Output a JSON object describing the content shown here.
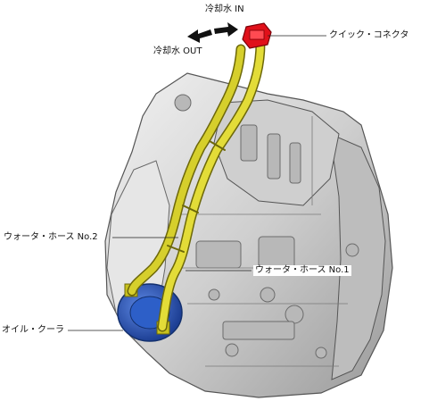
{
  "labels": {
    "coolant_in": "冷却水 IN",
    "coolant_out": "冷却水 OUT",
    "quick_connector": "クイック・コネクタ",
    "water_hose_2": "ウォータ・ホース No.2",
    "water_hose_1": "ウォータ・ホース No.1",
    "oil_cooler": "オイル・クーラ"
  },
  "colors": {
    "hose": "#c8c21e",
    "hose_dark": "#8a8410",
    "connector": "#e0101a",
    "oil_cooler": "#2d5fc8",
    "housing": "#d8d8d8",
    "housing_dark": "#8c8c8c"
  },
  "icons": {
    "in_arrow": "arrow-right-icon",
    "out_arrow": "arrow-left-icon"
  }
}
